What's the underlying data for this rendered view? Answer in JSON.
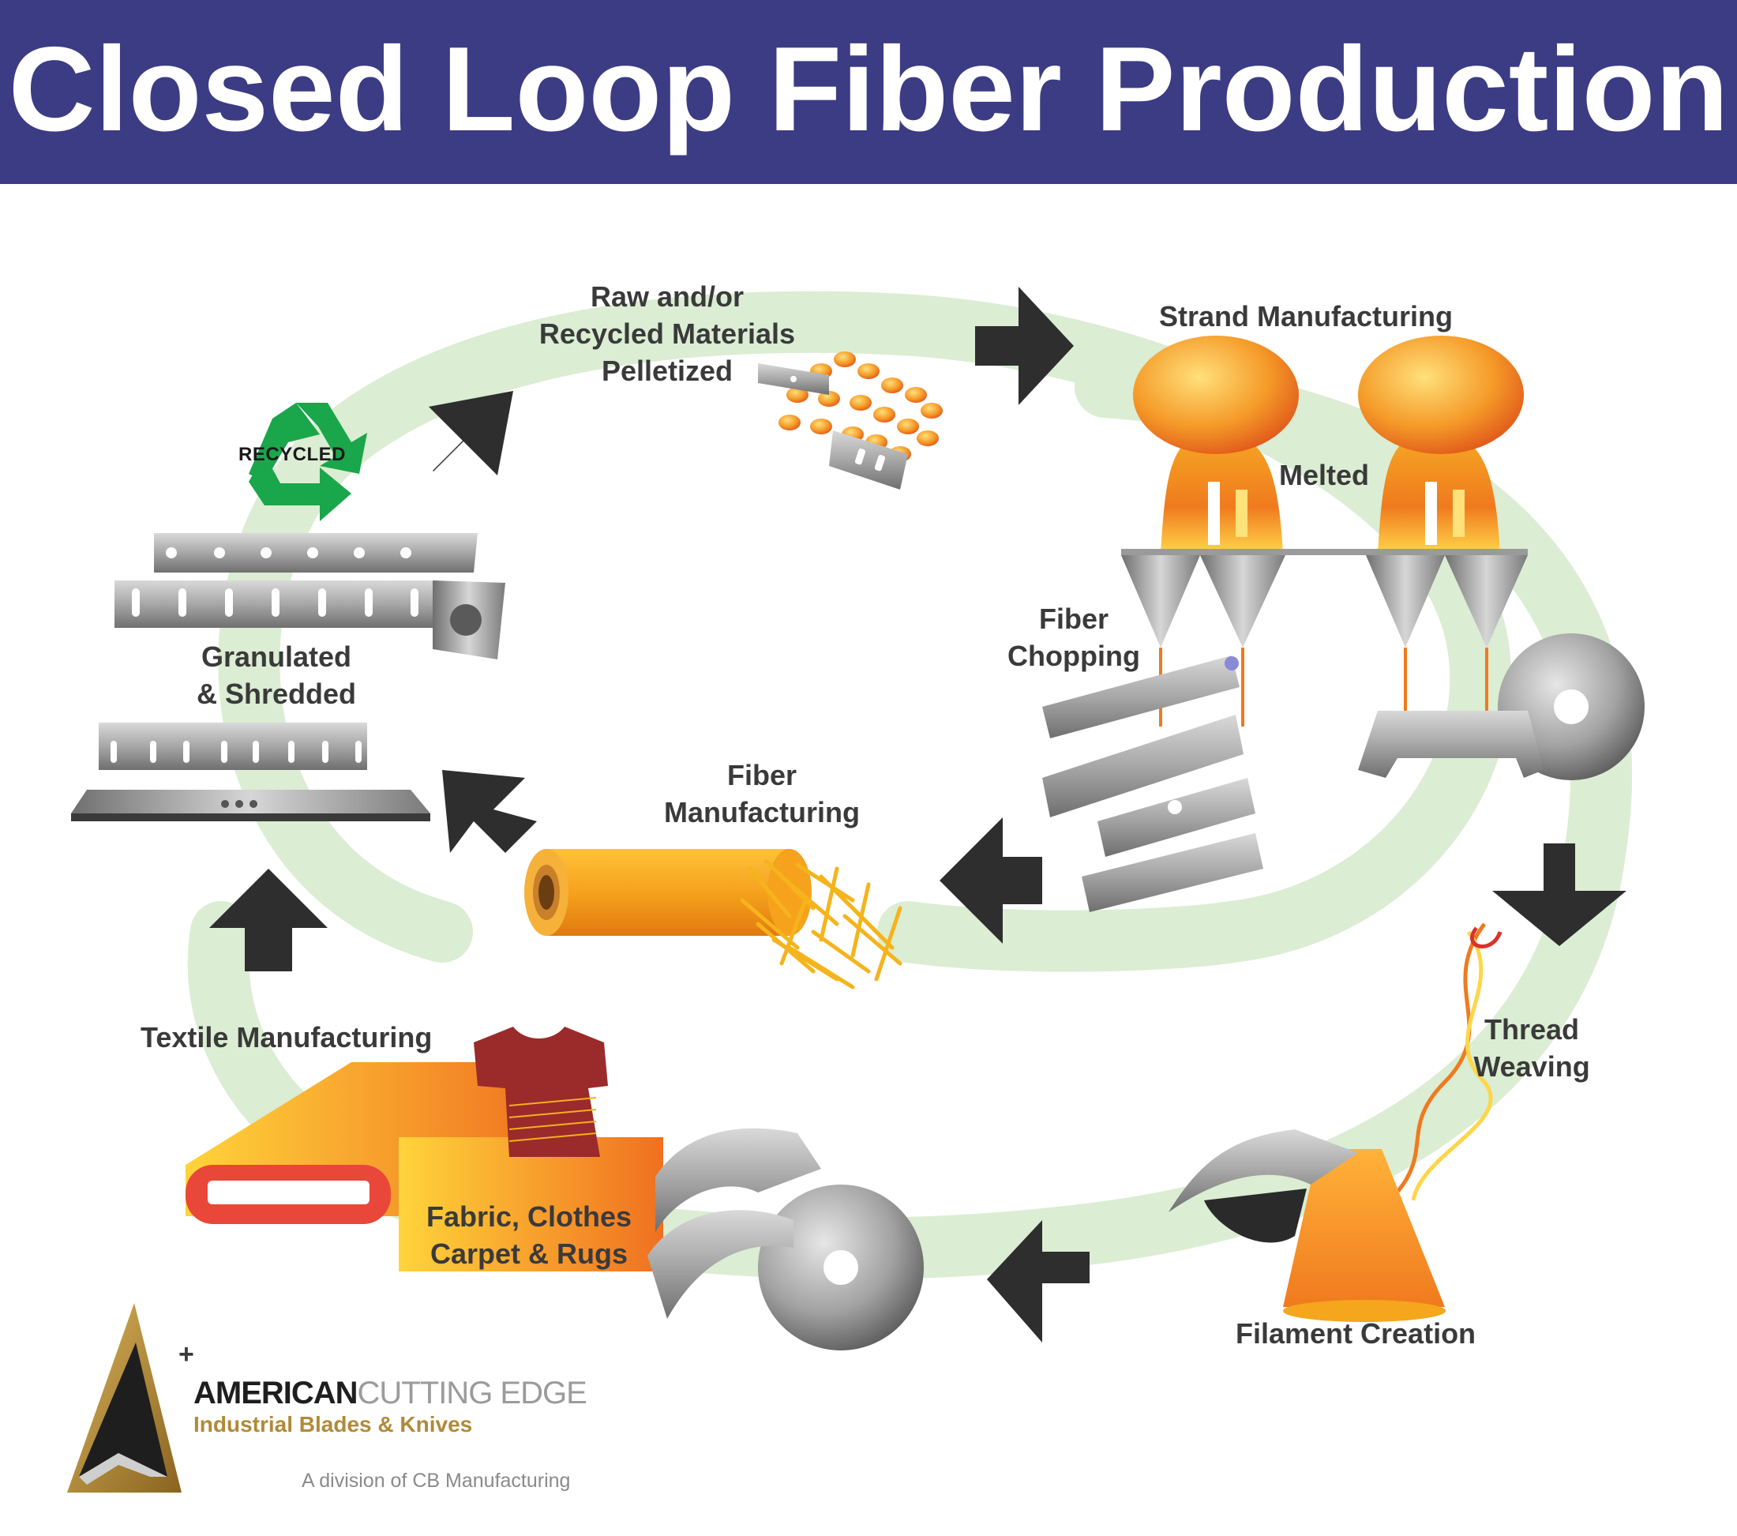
{
  "title": "Closed Loop Fiber Production",
  "labels": {
    "raw_materials": [
      "Raw and/or",
      "Recycled Materials",
      "Pelletized"
    ],
    "strand_manufacturing": "Strand Manufacturing",
    "melted": "Melted",
    "fiber_chopping": [
      "Fiber",
      "Chopping"
    ],
    "granulated": [
      "Granulated",
      "& Shredded"
    ],
    "fiber_manufacturing": [
      "Fiber",
      "Manufacturing"
    ],
    "thread_weaving": [
      "Thread",
      "Weaving"
    ],
    "textile_manufacturing": "Textile Manufacturing",
    "fabric": [
      "Fabric, Clothes",
      "Carpet & Rugs"
    ],
    "filament_creation": "Filament Creation",
    "recycled_badge": "RECYCLED"
  },
  "logo": {
    "name_bold": "AMERICAN",
    "name_light": "CUTTING EDGE",
    "tagline": "Industrial Blades & Knives",
    "division": "A division of CB Manufacturing"
  },
  "colors": {
    "header": "#3b3c84",
    "loop": "#dbedd3",
    "arrow": "#2e2e2e",
    "recycle": "#1aa64a",
    "flame": "#f39a24",
    "gold": "#b08a3a"
  }
}
